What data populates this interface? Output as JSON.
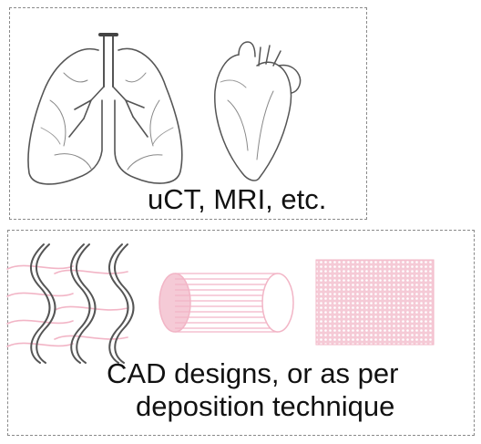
{
  "top_panel": {
    "caption": "uCT, MRI, etc."
  },
  "bottom_panel": {
    "caption_line1": "CAD designs, or as per",
    "caption_line2": "deposition technique"
  },
  "colors": {
    "outline": "#8a8a8a",
    "sketch": "#555555",
    "pink": "#f2b5c6",
    "pink_fill": "#f5cad6",
    "text": "#111111"
  }
}
